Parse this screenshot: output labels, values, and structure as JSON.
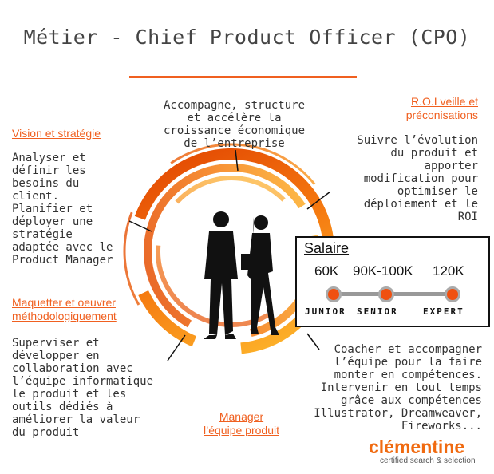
{
  "title": "Métier - Chief Product Officer (CPO)",
  "center_text": "Accompagne, structure\net accélère la\ncroissance économique\nde l’entreprise",
  "sections": [
    {
      "heading": "Vision et stratégie",
      "body": "Analyser et\ndéfinir les\nbesoins du\nclient.\nPlanifier et\ndéployer une\nstratégie\nadaptée avec le\nProduct Manager"
    },
    {
      "heading": "Maquetter et oeuvrer\nméthodologiquement",
      "body": "Superviser et\ndévelopper en\ncollaboration avec\nl’équipe informatique\nle produit et les\noutils dédiés à\naméliorer la valeur\ndu produit"
    },
    {
      "heading": "R.O.I veille et\npréconisations",
      "body": "Suivre l’évolution\ndu produit et\napporter\nmodification pour\noptimiser le\ndéploiement et le\nROI"
    },
    {
      "heading": "Manager\nl’équipe produit",
      "body": "Coacher et accompagner\nl’équipe pour la faire\nmonter en compétences.\nIntervenir en tout temps\ngrâce aux compétences\nIllustrator, Dreamweaver,\nFireworks..."
    }
  ],
  "salary": {
    "title": "Salaire",
    "levels": [
      {
        "value": "60K",
        "label": "JUNIOR"
      },
      {
        "value": "90K-100K",
        "label": "SENIOR"
      },
      {
        "value": "120K",
        "label": "EXPERT"
      }
    ]
  },
  "logo": {
    "name": "clémentine",
    "tagline": "certified search & selection"
  },
  "colors": {
    "accent": "#f06020",
    "ring_light": "#ffb020"
  }
}
